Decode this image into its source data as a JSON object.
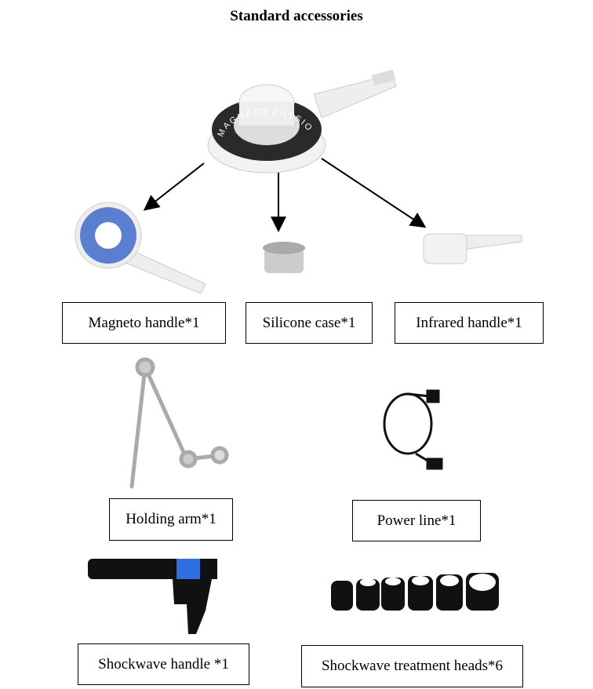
{
  "title": "Standard accessories",
  "device_label_text": "MAGNETO PHYSIO",
  "items": [
    {
      "label": "Magneto handle*1"
    },
    {
      "label": "Silicone case*1"
    },
    {
      "label": "Infrared handle*1"
    },
    {
      "label": "Holding arm*1"
    },
    {
      "label": "Power line*1"
    },
    {
      "label": "Shockwave handle *1"
    },
    {
      "label": "Shockwave treatment heads*6"
    }
  ],
  "colors": {
    "magneto_ring": "#5b7fd0",
    "shockwave_accent": "#2f6fe0",
    "device_ring": "#2a2a2a"
  }
}
